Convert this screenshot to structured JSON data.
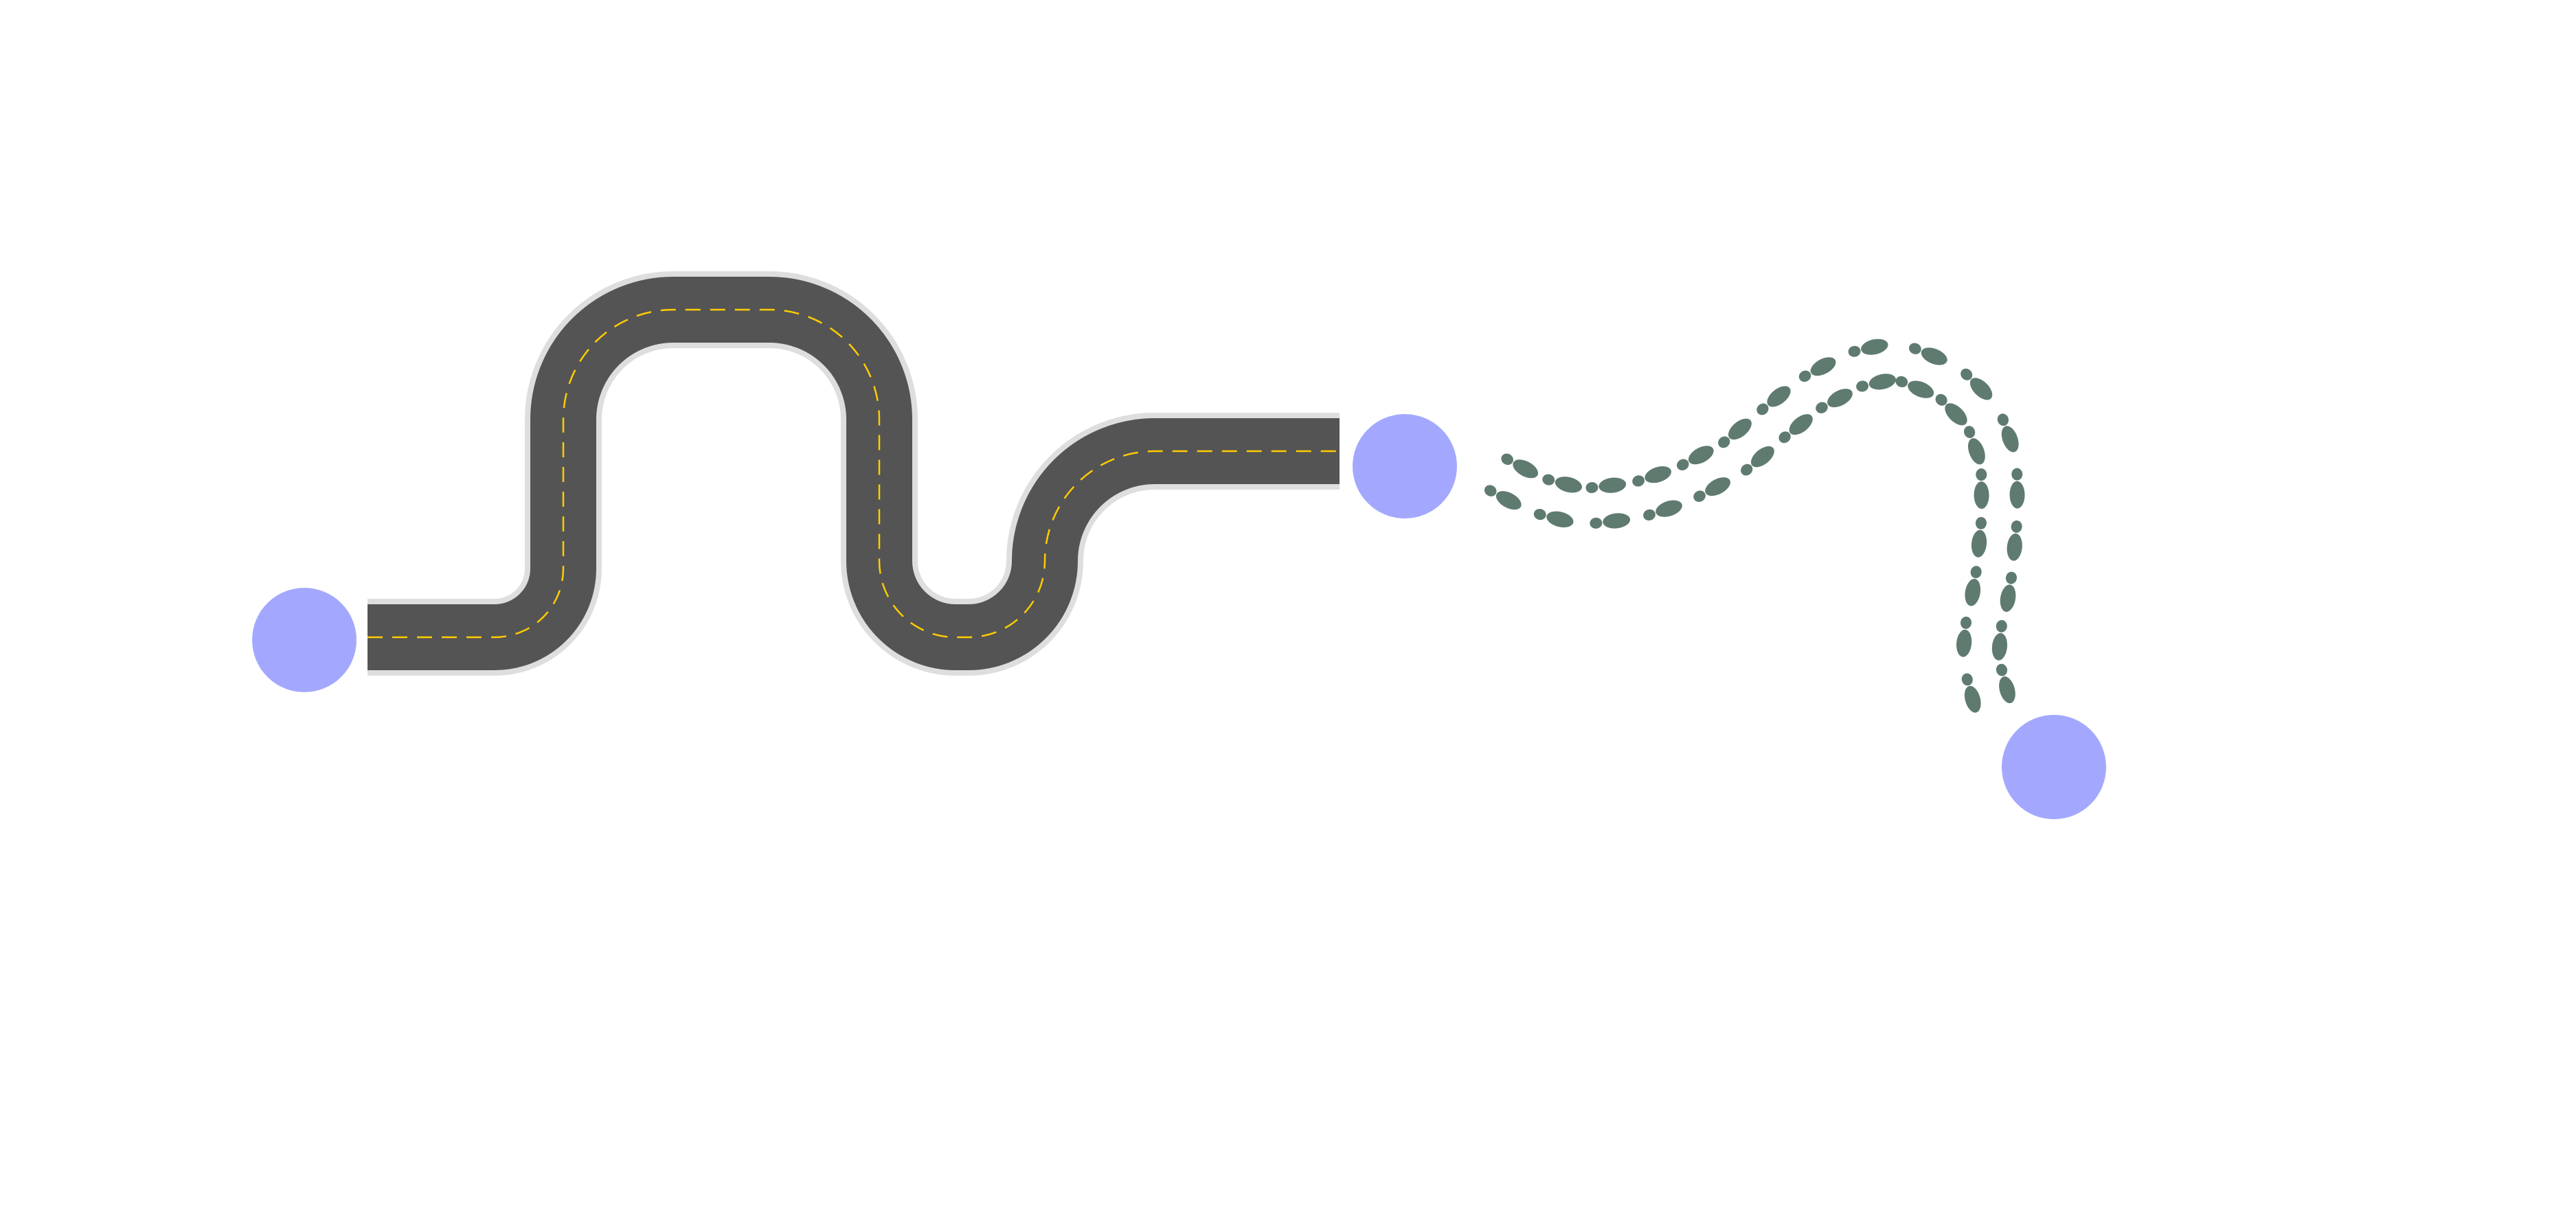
{
  "canvas": {
    "background": "#ffffff"
  },
  "colors": {
    "node": "#a3a8fe",
    "road_surface": "#545454",
    "road_edge": "#dedede",
    "lane_marking": "#ffcc00",
    "footprint": "#5f7b70"
  },
  "nodes": [
    {
      "id": "start",
      "name": "start-node"
    },
    {
      "id": "middle",
      "name": "middle-node"
    },
    {
      "id": "end",
      "name": "end-node"
    }
  ],
  "connections": [
    {
      "from": "start",
      "to": "middle",
      "kind": "road",
      "icon": "road-path"
    },
    {
      "from": "middle",
      "to": "end",
      "kind": "walk",
      "icon": "footprints-trail",
      "footprint_count": 34
    }
  ]
}
